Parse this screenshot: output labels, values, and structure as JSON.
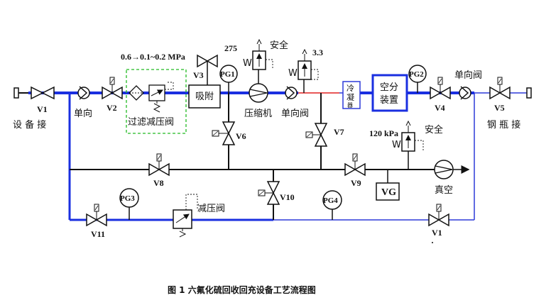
{
  "labels": {
    "device_connect": "设 备 接",
    "check_left": "单向",
    "filter_reducer": "过滤减压阀",
    "pressure_range": "0.6→0.1~0.2 MPa",
    "adsorb": "吸附",
    "compressor": "压缩机",
    "check_mid": "单向阀",
    "safety_top": "安全",
    "p_275": "275",
    "p_33": "3.3",
    "condenser": "冷凝器",
    "air_sep": "空分装置",
    "check_right": "单向阀",
    "cylinder_connect": "钢 瓶 接",
    "p_120": "120 kPa",
    "safety_mid": "安全",
    "vacuum": "真空",
    "vg": "VG",
    "reducer_bottom": "减压阀",
    "w_mark": "W"
  },
  "valves": {
    "v1": "V1",
    "v2": "V2",
    "v3": "V3",
    "v4": "V4",
    "v5": "V5",
    "v6": "V6",
    "v7": "V7",
    "v8": "V8",
    "v9": "V9",
    "v10": "V10",
    "v11": "V11",
    "v1b": "V1"
  },
  "gauges": {
    "pg1": "PG1",
    "pg2": "PG2",
    "pg3": "PG3",
    "pg4": "PG4"
  },
  "caption": "图 1  六氟化硫回收回充设备工艺流程图",
  "colors": {
    "main_line": "#1a2fe0",
    "thin_blue": "#2d3ad8",
    "red_line": "#e02020",
    "filter_box": "#22bb22",
    "black": "#111111"
  }
}
